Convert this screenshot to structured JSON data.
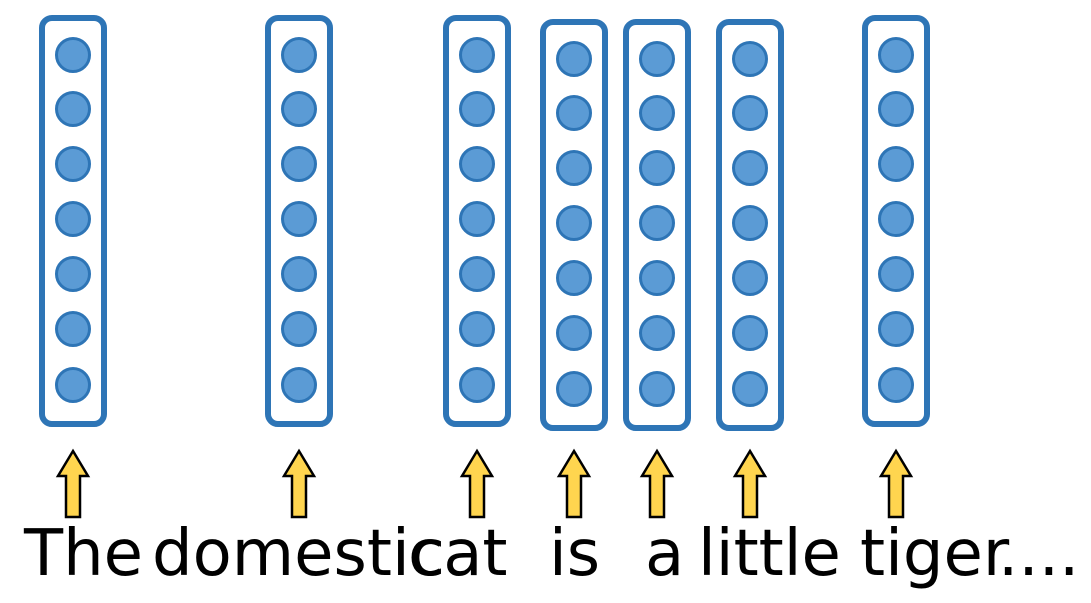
{
  "colors": {
    "vector_border": "#2E75B6",
    "vector_node": "#5B9BD5",
    "arrow_fill": "#FFD54F",
    "arrow_stroke": "#000000",
    "text": "#000000"
  },
  "icons": {
    "arrow": "up-arrow-icon",
    "node": "neuron-node-icon"
  },
  "nodes_per_vector": 7,
  "tokens": [
    {
      "word": "The"
    },
    {
      "word": "domestic"
    },
    {
      "word": "cat"
    },
    {
      "word": "is"
    },
    {
      "word": "a"
    },
    {
      "word": "little"
    },
    {
      "word": "tiger"
    }
  ],
  "trailing_text": "...."
}
